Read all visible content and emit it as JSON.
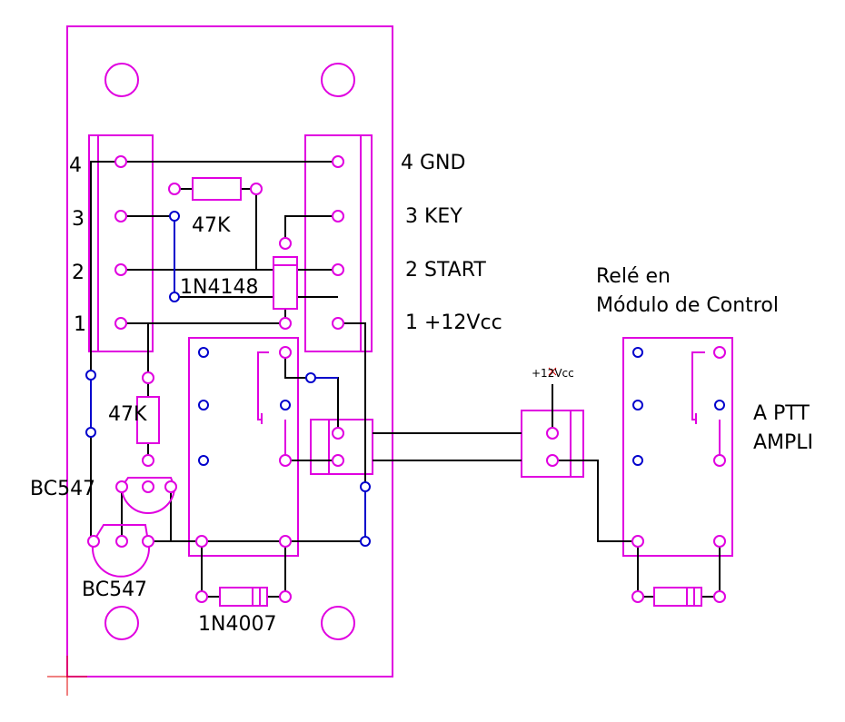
{
  "pin_numbers": [
    "4",
    "3",
    "2",
    "1"
  ],
  "pin_functions": [
    "4 GND",
    "3 KEY",
    "2 START",
    "1 +12Vcc"
  ],
  "components": {
    "resistor_top": "47K",
    "resistor_left": "47K",
    "diode_signal": "1N4148",
    "transistor_1": "BC547",
    "transistor_2": "BC547",
    "diode_power": "1N4007"
  },
  "supply_label": "+12Vcc",
  "remote_relay_label": [
    "Relé en",
    "Módulo de Control"
  ],
  "output_label": [
    "A PTT",
    "AMPLI"
  ],
  "colors": {
    "component_outline": "#e000e0",
    "wire": "#000000",
    "jumper": "#0000cc",
    "origin_mark": "#e00000"
  }
}
